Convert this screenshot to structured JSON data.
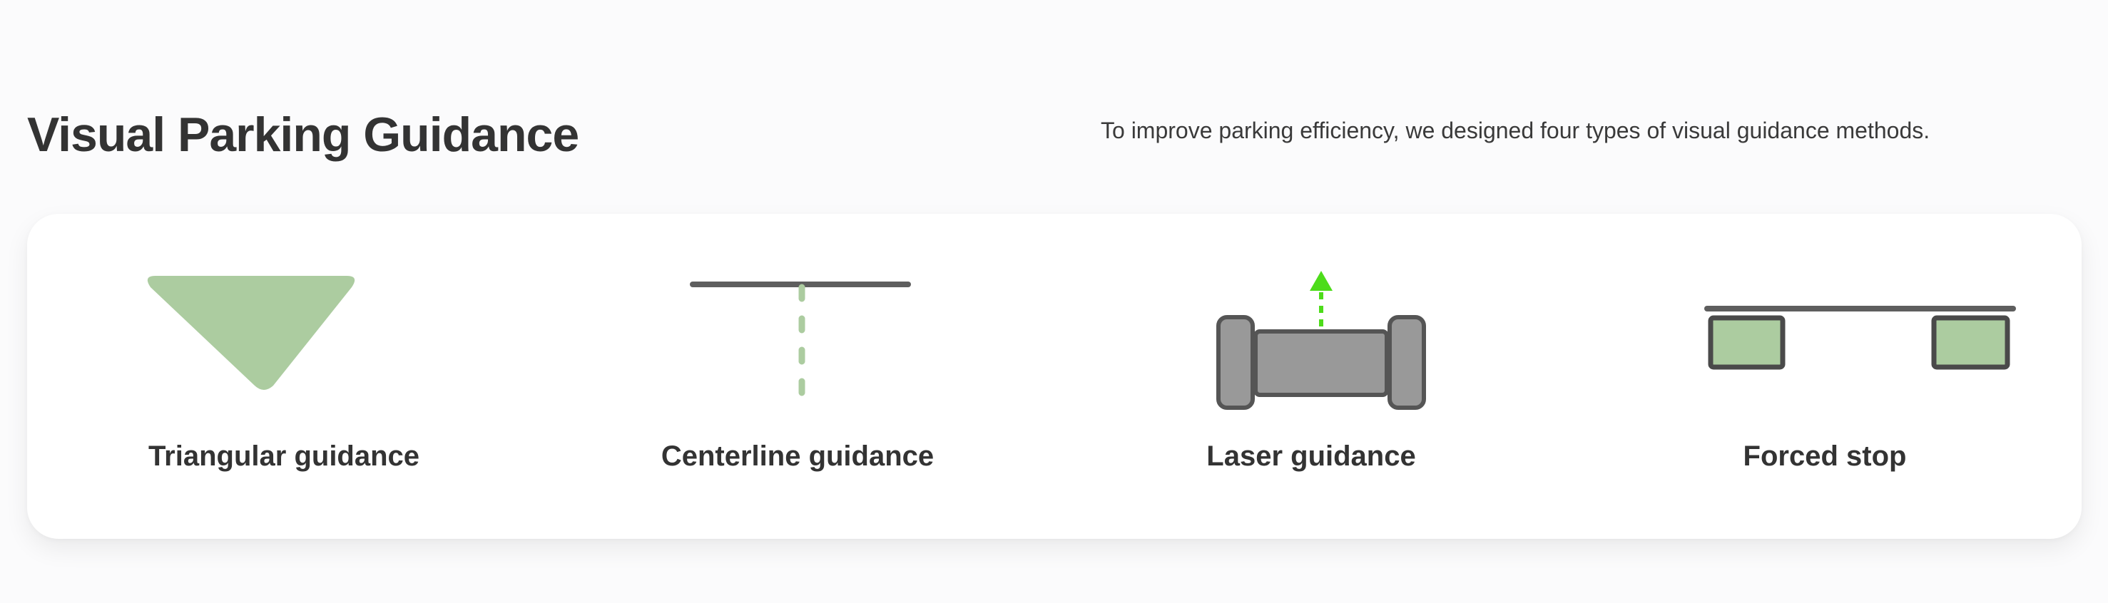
{
  "header": {
    "title": "Visual Parking Guidance",
    "description": "To improve parking efficiency, we designed four types of visual guidance methods."
  },
  "colors": {
    "text": "#333333",
    "accent_green_light": "#acccA0",
    "laser_green": "#4ddc1a",
    "dark_gray": "#555555",
    "vehicle_gray": "#999999",
    "card_bg": "#ffffff",
    "page_bg": "#fbfbfc"
  },
  "guidance_items": [
    {
      "label": "Triangular guidance",
      "icon": "triangle-guidance-icon"
    },
    {
      "label": "Centerline guidance",
      "icon": "centerline-guidance-icon"
    },
    {
      "label": "Laser guidance",
      "icon": "laser-guidance-icon"
    },
    {
      "label": "Forced stop",
      "icon": "forced-stop-icon"
    }
  ]
}
